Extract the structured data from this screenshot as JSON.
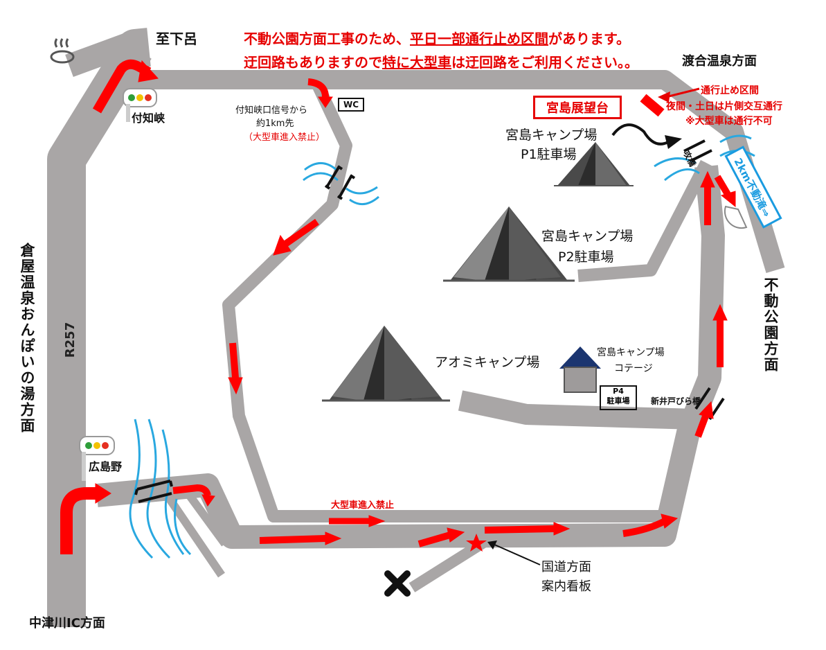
{
  "notice": {
    "line1_parts": [
      "不動公園方面工事のため、",
      "平日一部通行止め区間",
      "があります。"
    ],
    "line2_parts": [
      "迂回路もありますので",
      "特に大型車",
      "は迂回路をご利用ください。。"
    ]
  },
  "directions": {
    "shimoro": "至下呂",
    "watarai": "渡合温泉方面",
    "kuraya": "倉屋温泉おんぽいの湯方面",
    "nakatsugawa": "中津川IC方面",
    "fudo_park": "不動公園方面",
    "route": "R257"
  },
  "signals": {
    "tsuchikyo": "付知峡",
    "hiroshimano": "広島野"
  },
  "annotations": {
    "tsuchikyo_entrance_1": "付知峡口信号から",
    "tsuchikyo_entrance_2": "約1km先",
    "tsuchikyo_entrance_3": "（大型車進入禁止）",
    "wc": "WC",
    "closure_title": "通行止め区間",
    "closure_note_1": "夜間・土日は片側交互通行",
    "closure_note_2": "※大型車は通行不可",
    "large_vehicle_no_entry": "大型車進入禁止",
    "guide_sign_1": "国道方面",
    "guide_sign_2": "案内看板",
    "fudo_falls": "2km不動滝⇒",
    "kobashi": "攻橋",
    "araido_bridge": "新井戸びら橋"
  },
  "places": {
    "observatory": "宮島展望台",
    "p1_1": "宮島キャンプ場",
    "p1_2": "P1駐車場",
    "p2_1": "宮島キャンプ場",
    "p2_2": "P2駐車場",
    "aomi": "アオミキャンプ場",
    "cottage_1": "宮島キャンプ場",
    "cottage_2": "コテージ",
    "p4_1": "P4",
    "p4_2": "駐車場"
  },
  "colors": {
    "road": "#a9a6a6",
    "arrow": "#ff0000",
    "river": "#29a8e0",
    "tent": "#3d3d3d",
    "text_red": "#e60000"
  },
  "icons": [
    "onsen-icon",
    "traffic-light-icon",
    "tent-icon",
    "cottage-icon",
    "star-icon",
    "x-mark-icon",
    "bridge-icon"
  ]
}
